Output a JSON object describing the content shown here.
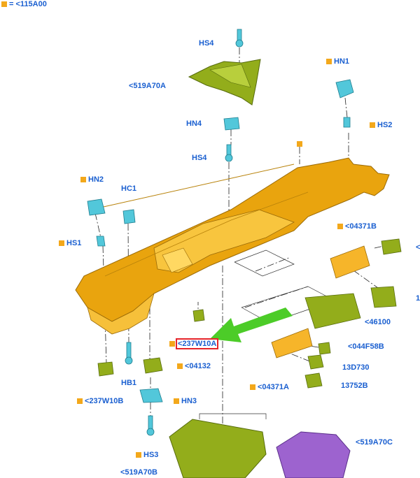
{
  "legend": {
    "text": "= <115A00",
    "color": "#f3a81b"
  },
  "colors": {
    "label": "#1a5fd0",
    "marker": "#f3a81b",
    "highlight": "#e5242a",
    "arrow": "#4ccc28",
    "panel": "#e9a40e",
    "green_part": "#93ad1b",
    "cyan_part": "#52c7da",
    "purple_part": "#9d63cf"
  },
  "labels": {
    "hs4_top": "HS4",
    "p519a70a": "<519A70A",
    "hn1": "HN1",
    "hn4": "HN4",
    "hs2": "HS2",
    "hs4_mid": "HS4",
    "hn2": "HN2",
    "hc1": "HC1",
    "hs1": "HS1",
    "p04371b": "<04371B",
    "p46100": "<46100",
    "p237w10a": "<237W10A",
    "p044f58b": "<044F58B",
    "hb1": "HB1",
    "p04132": "<04132",
    "p13d730": "13D730",
    "p04371a": "<04371A",
    "p13752b": "13752B",
    "p237w10b": "<237W10B",
    "hn3": "HN3",
    "hs3": "HS3",
    "p519a70c": "<519A70C",
    "p519a70b": "<519A70B",
    "right_edge_1": "<",
    "right_edge_2": "1"
  }
}
